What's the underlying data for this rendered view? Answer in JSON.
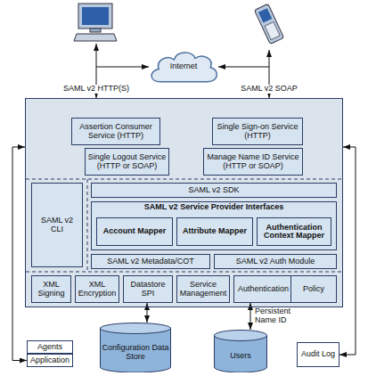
{
  "diagram": {
    "nodes": [
      {
        "text": [
          "Internet"
        ]
      },
      {
        "text": []
      },
      {
        "text": [
          "Assertion Consumer Service (HTTP)"
        ],
        "in": 1
      },
      {
        "text": [
          "Single Sign-on Service (HTTP)"
        ],
        "in": 1
      },
      {
        "text": [
          "Single Logout Service (HTTP or SOAP)"
        ],
        "in": 1
      },
      {
        "text": [
          "Manage Name ID Service (HTTP or SOAP)"
        ],
        "in": 1
      },
      {
        "text": [
          "SAML v2 CLI"
        ],
        "in": 1
      },
      {
        "text": [
          "SAML v2 SDK"
        ],
        "in": 1
      },
      {
        "text": [
          "SAML v2 Service Provider Interfaces"
        ],
        "in": 1
      },
      {
        "text": [
          "Account Mapper"
        ],
        "in": 8
      },
      {
        "text": [
          "Attribute Mapper"
        ],
        "in": 8
      },
      {
        "text": [
          "Authentication Context Mapper"
        ],
        "in": 8
      },
      {
        "text": [
          "SAML v2 Metadata/COT"
        ],
        "in": 1
      },
      {
        "text": [
          "SAML v2 Auth Module"
        ],
        "in": 1
      },
      {
        "text": [
          "XML Signing"
        ],
        "in": 1
      },
      {
        "text": [
          "XML Encryption"
        ],
        "in": 1
      },
      {
        "text": [
          "Datastore SPI"
        ],
        "in": 1
      },
      {
        "text": [
          "Service Management"
        ],
        "in": 1
      },
      {
        "text": [
          "Authentication"
        ],
        "in": 1
      },
      {
        "text": [
          "Policy"
        ],
        "in": 1
      },
      {
        "text": [
          "Agents"
        ]
      },
      {
        "text": [
          "Application"
        ]
      },
      {
        "text": [
          "Configuration Data Store"
        ]
      },
      {
        "text": [
          "Users"
        ]
      },
      {
        "text": [
          "Audit Log"
        ]
      }
    ],
    "edges": [
      {
        "from": 0,
        "to": 1,
        "arrow": "both",
        "label": "SAML v2 HTTP(S)"
      },
      {
        "from": 0,
        "to": 1,
        "arrow": "both",
        "label": "SAML v2 SOAP"
      },
      {
        "from": 16,
        "to": 22,
        "arrow": "both"
      },
      {
        "from": 18,
        "to": 23,
        "arrow": "both",
        "label": "Persistent Name ID"
      },
      {
        "from": 1,
        "to": 21,
        "arrow": "both"
      },
      {
        "from": 1,
        "to": 24,
        "arrow": "both"
      }
    ]
  }
}
